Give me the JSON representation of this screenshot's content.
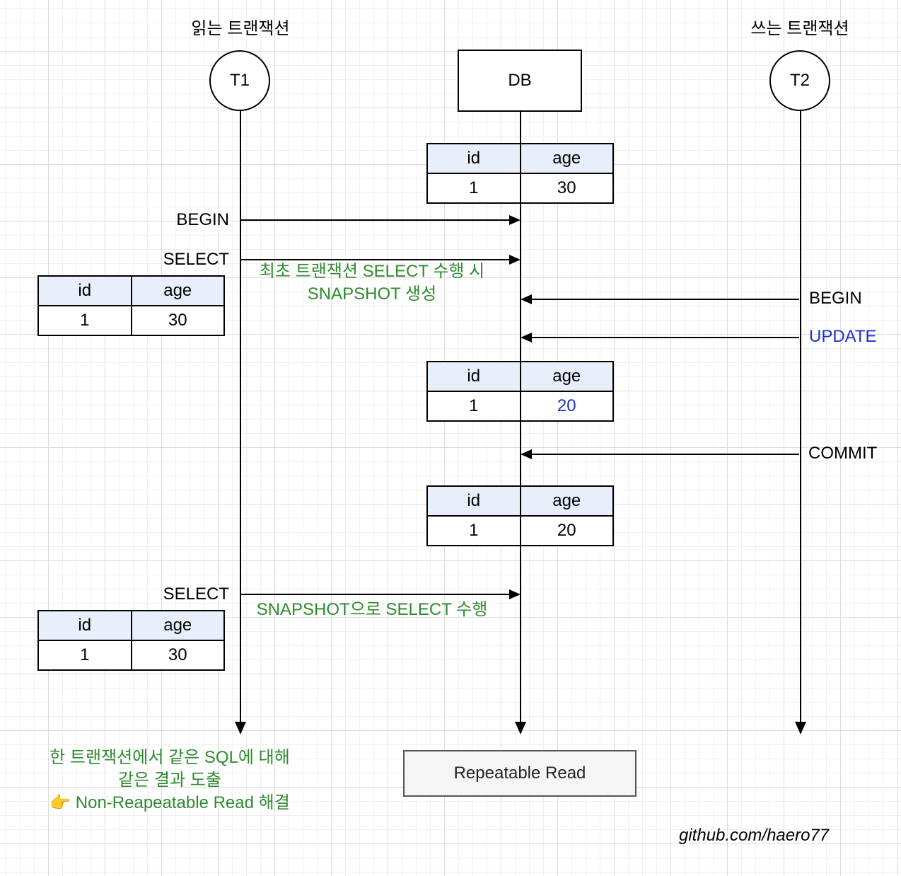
{
  "participants": {
    "t1": {
      "title": "읽는 트랜잭션",
      "label": "T1"
    },
    "db": {
      "label": "DB"
    },
    "t2": {
      "title": "쓰는 트랜잭션",
      "label": "T2"
    }
  },
  "messages": {
    "t1_begin": "BEGIN",
    "t1_select1": "SELECT",
    "t1_select1_note": [
      "최초 트랜잭션 SELECT 수행 시",
      "SNAPSHOT 생성"
    ],
    "t2_begin": "BEGIN",
    "t2_update": "UPDATE",
    "t2_commit": "COMMIT",
    "t1_select2": "SELECT",
    "t1_select2_note": "SNAPSHOT으로 SELECT 수행"
  },
  "tables": {
    "header": [
      "id",
      "age"
    ],
    "db_initial": [
      "1",
      "30"
    ],
    "t1_result1": [
      "1",
      "30"
    ],
    "db_after_update": [
      "1",
      "20"
    ],
    "db_after_commit": [
      "1",
      "20"
    ],
    "t1_result2": [
      "1",
      "30"
    ]
  },
  "conclusion": [
    "한 트랜잭션에서 같은 SQL에 대해",
    "같은 결과 도출",
    "👉 Non-Reapeatable Read 해결"
  ],
  "legend": "Repeatable Read",
  "credit": "github.com/haero77",
  "colors": {
    "note_green": "#2e8b2e",
    "update_blue": "#1a2fd6",
    "header_fill": "#e9eefb"
  }
}
